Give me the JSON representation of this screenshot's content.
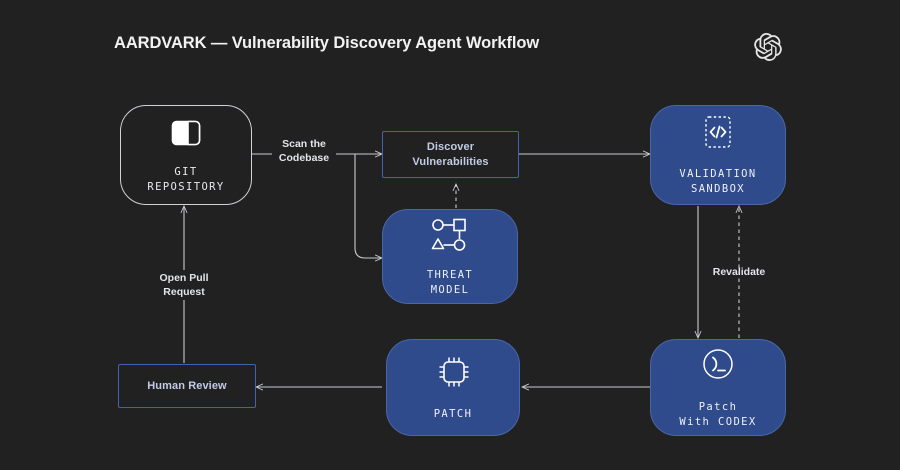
{
  "header": {
    "title": "AARDVARK — Vulnerability Discovery Agent Workflow",
    "logo_icon": "openai-logo-icon"
  },
  "colors": {
    "background": "#212121",
    "node_fill_blue": "#2f4b8c",
    "node_border_blue": "#4463ad",
    "outline_stroke": "#cfd2d8",
    "text_primary": "#f2f2f2",
    "text_box_blue": "#c3cbe4",
    "wire": "#c9ccd2"
  },
  "diagram": {
    "type": "flowchart",
    "nodes": [
      {
        "id": "git-repository",
        "label": "GIT\nREPOSITORY",
        "style": "outline-rounded",
        "icon": "repository-split-panel-icon"
      },
      {
        "id": "discover-vulnerabilities",
        "label": "Discover\nVulnerabilities",
        "style": "outline-box",
        "icon": null
      },
      {
        "id": "threat-model",
        "label": "THREAT\nMODEL",
        "style": "filled-rounded",
        "icon": "node-graph-icon"
      },
      {
        "id": "validation-sandbox",
        "label": "VALIDATION\nSANDBOX",
        "style": "filled-rounded",
        "icon": "code-brackets-icon"
      },
      {
        "id": "patch-with-codex",
        "label": "Patch\nWith CODEX",
        "style": "filled-rounded",
        "icon": "terminal-prompt-icon"
      },
      {
        "id": "patch",
        "label": "PATCH",
        "style": "filled-rounded",
        "icon": "cpu-chip-icon"
      },
      {
        "id": "human-review",
        "label": "Human Review",
        "style": "outline-box",
        "icon": null
      }
    ],
    "edges": [
      {
        "id": "scan-the-codebase",
        "from": "git-repository",
        "to": "discover-vulnerabilities",
        "label": "Scan the\nCodebase",
        "line": "solid"
      },
      {
        "id": "git-to-threat-model",
        "from": "git-repository",
        "to": "threat-model",
        "label": "",
        "line": "solid"
      },
      {
        "id": "threat-model-to-discover",
        "from": "threat-model",
        "to": "discover-vulnerabilities",
        "label": "",
        "line": "dashed"
      },
      {
        "id": "discover-to-validation",
        "from": "discover-vulnerabilities",
        "to": "validation-sandbox",
        "label": "",
        "line": "solid"
      },
      {
        "id": "validation-to-codex",
        "from": "validation-sandbox",
        "to": "patch-with-codex",
        "label": "",
        "line": "solid"
      },
      {
        "id": "revalidate",
        "from": "patch-with-codex",
        "to": "validation-sandbox",
        "label": "Revalidate",
        "line": "dashed"
      },
      {
        "id": "codex-to-patch",
        "from": "patch-with-codex",
        "to": "patch",
        "label": "",
        "line": "solid"
      },
      {
        "id": "patch-to-human-review",
        "from": "patch",
        "to": "human-review",
        "label": "",
        "line": "solid"
      },
      {
        "id": "open-pull-request",
        "from": "human-review",
        "to": "git-repository",
        "label": "Open Pull\nRequest",
        "line": "solid"
      }
    ]
  }
}
